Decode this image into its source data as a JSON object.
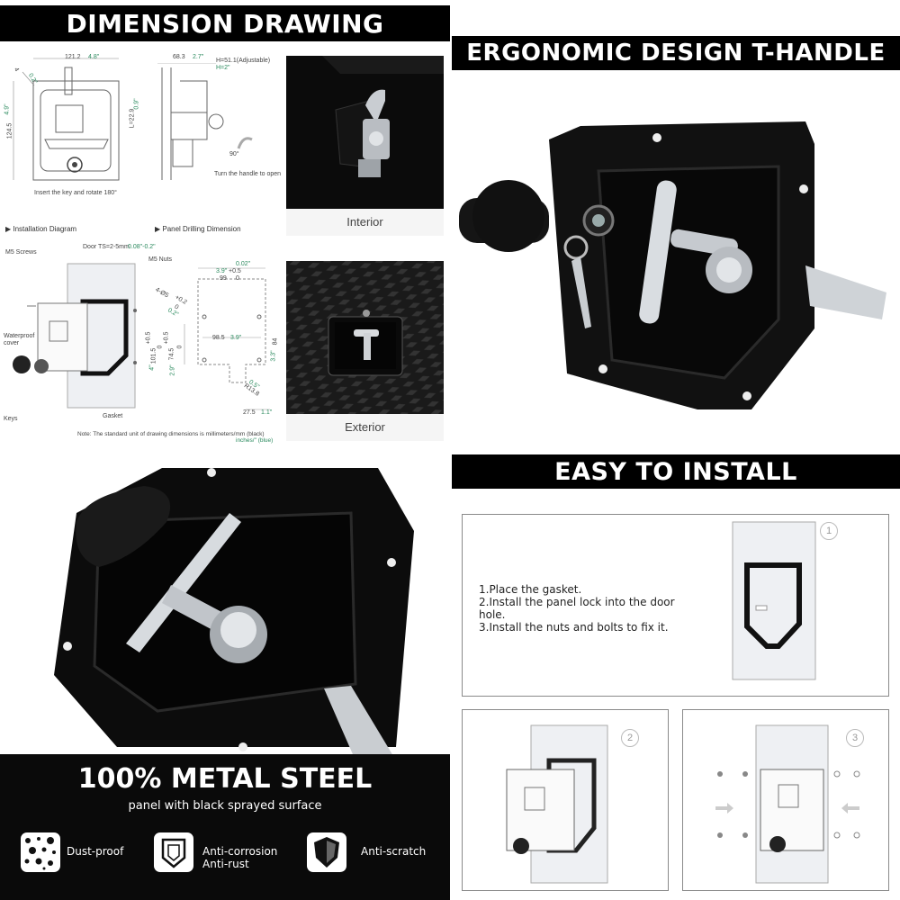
{
  "dimension": {
    "title": "DIMENSION DRAWING",
    "dims": {
      "w121": "121.2",
      "w121_in": "4.8\"",
      "h124": "124.5",
      "h124_in": "4.9\"",
      "r4": "4",
      "r4_in": "0.2\"",
      "d68": "68.3",
      "d68_in": "2.7\"",
      "h51": "H=51.1(Adjustable)",
      "h51_in": "H=2\"",
      "l22": "L=22.9",
      "l22_in": "0.9\"",
      "deg90": "90°",
      "turn": "Turn the handle to open",
      "insert": "Insert the key and rotate 180°"
    },
    "install_label": "Installation Diagram",
    "drill_label": "Panel Drilling Dimension",
    "install_parts": {
      "m5screws": "M5 Screws",
      "door": "Door TS=2-5mm",
      "door_in": "0.08\"-0.2\"",
      "m5nuts": "M5 Nuts",
      "cover": "Waterproof cover",
      "keys": "Keys",
      "gasket": "Gasket"
    },
    "drill": {
      "t002": "0.02\"",
      "t39a": "3.9\"",
      "t05a": "+0.5",
      "t99": "99",
      "t0a": "0",
      "r02": "0.2\"",
      "r4": "4-Ø5",
      "r4p": "+0.2",
      "r0": "0",
      "t4": "4\"",
      "t1015": "101.5",
      "t05b": "+0.5",
      "t0b": "0",
      "t29": "2.9\"",
      "t745": "74.5",
      "t05c": "+0.5",
      "t0c": "0",
      "t985": "98.5",
      "t39b": "3.9\"",
      "t33": "3.3\"",
      "t84": "84",
      "t05d": "0.5\"",
      "r138": "R13.8",
      "t275": "27.5",
      "t11": "1.1\""
    },
    "note": "Note: The standard unit of drawing dimensions is millimeters/mm (black)",
    "note2": "inches/\" (blue)",
    "interior_label": "Interior",
    "exterior_label": "Exterior"
  },
  "ergonomic": {
    "title": "ERGONOMIC DESIGN T-HANDLE"
  },
  "install": {
    "title": "EASY TO INSTALL",
    "steps": [
      "1.Place the gasket.",
      "2.Install the panel lock into the door hole.",
      "3.Install the nuts and bolts to fix it."
    ],
    "numbers": [
      "1",
      "2",
      "3"
    ]
  },
  "metal": {
    "title": "100% METAL STEEL",
    "subtitle": "panel with black sprayed surface",
    "features": [
      {
        "icon": "dots-icon",
        "label": "Dust-proof"
      },
      {
        "icon": "shield-outline-icon",
        "label": "Anti-corrosion",
        "label2": "Anti-rust"
      },
      {
        "icon": "shield-filled-icon",
        "label": "Anti-scratch"
      }
    ]
  },
  "colors": {
    "banner": "#000000",
    "blue_dim": "#2b8a5e",
    "steel": "#c8ccd0"
  }
}
